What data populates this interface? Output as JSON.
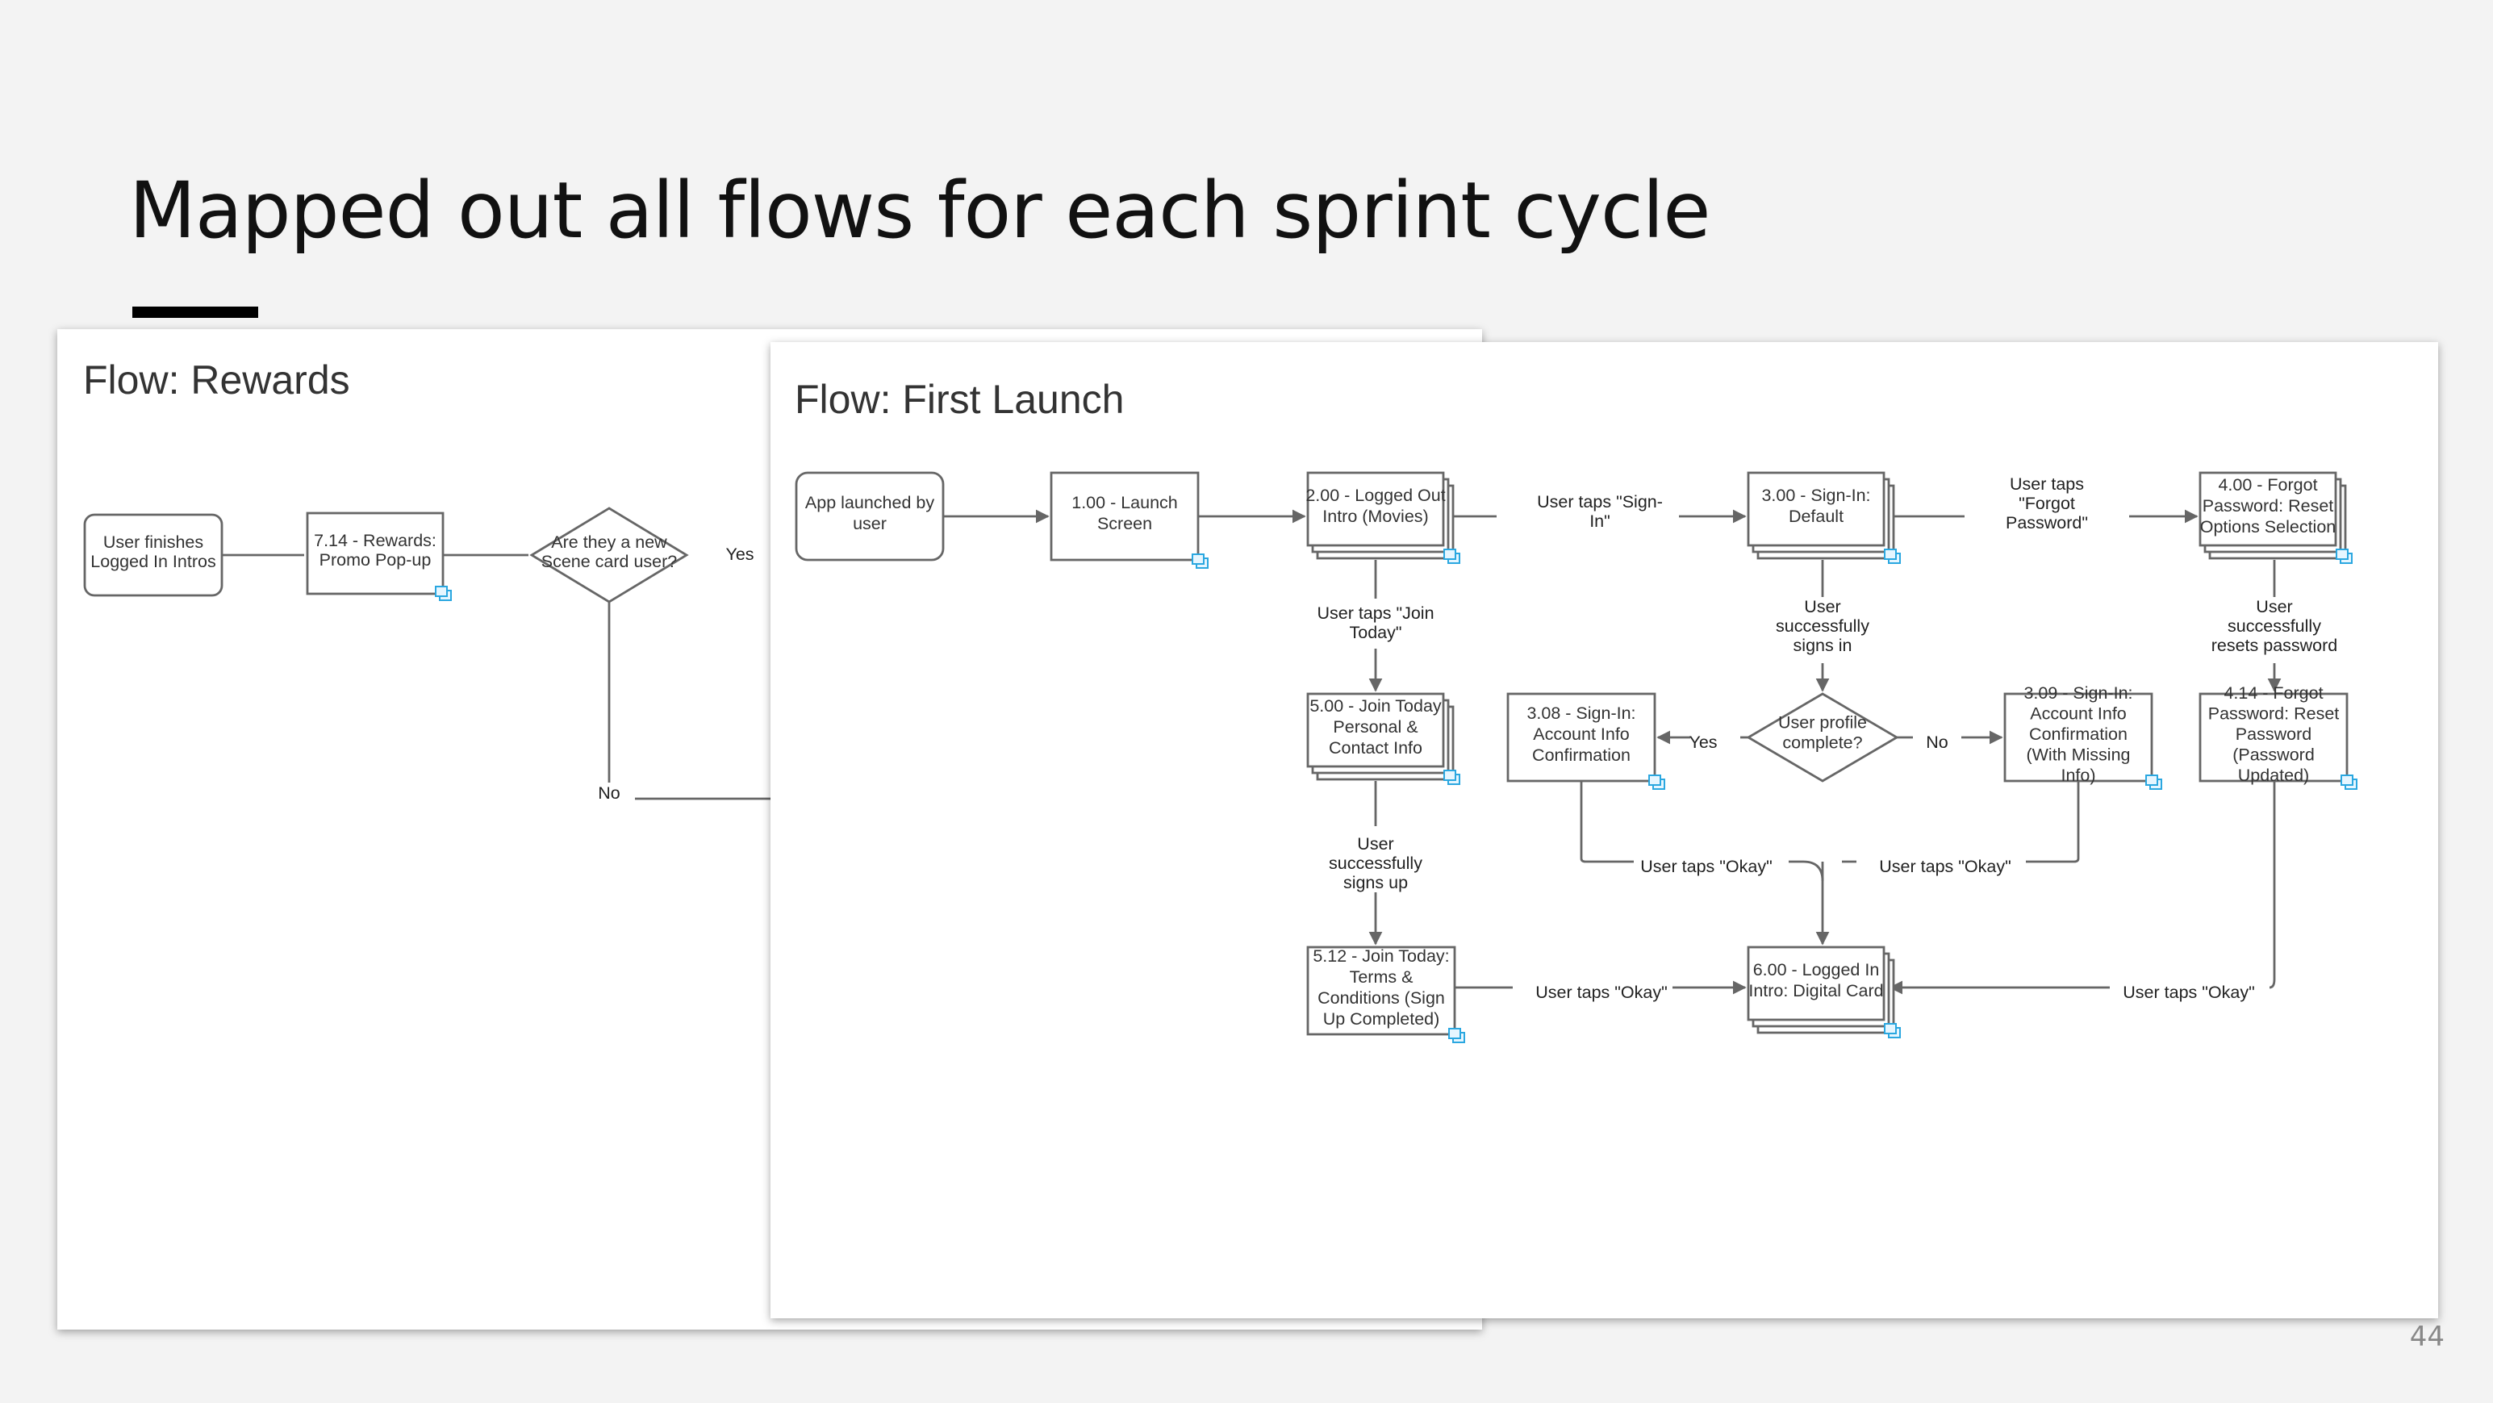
{
  "slide": {
    "title": "Mapped out all flows for each sprint cycle",
    "page_number": "44"
  },
  "colors": {
    "accent_bar": "#000000",
    "connector": "#666666",
    "page_icon": "#2aa7e0"
  },
  "rewards_flow": {
    "title": "Flow: Rewards",
    "nodes": [
      {
        "id": "r-start",
        "type": "terminal",
        "lines": [
          "User finishes",
          "Logged In Intros"
        ]
      },
      {
        "id": "r-714",
        "type": "screen",
        "lines": [
          "7.14 - Rewards:",
          "Promo Pop-up"
        ]
      },
      {
        "id": "r-decision",
        "type": "decision",
        "lines": [
          "Are they a new",
          "Scene card user?"
        ]
      }
    ],
    "edge_labels": {
      "yes": "Yes",
      "no": "No"
    }
  },
  "first_launch_flow": {
    "title": "Flow: First Launch",
    "nodes": [
      {
        "id": "app",
        "type": "terminal",
        "lines": [
          "App launched by",
          "user"
        ]
      },
      {
        "id": "s100",
        "type": "screen",
        "lines": [
          "1.00 - Launch",
          "Screen"
        ]
      },
      {
        "id": "s200",
        "type": "screen-stack",
        "lines": [
          "2.00 - Logged Out",
          "Intro (Movies)"
        ]
      },
      {
        "id": "s300",
        "type": "screen-stack",
        "lines": [
          "3.00 - Sign-In:",
          "Default"
        ]
      },
      {
        "id": "s400",
        "type": "screen-stack",
        "lines": [
          "4.00 - Forgot",
          "Password: Reset",
          "Options Selection"
        ]
      },
      {
        "id": "s500",
        "type": "screen-stack",
        "lines": [
          "5.00 - Join Today",
          "Personal &",
          "Contact Info"
        ]
      },
      {
        "id": "s308",
        "type": "screen",
        "lines": [
          "3.08 - Sign-In:",
          "Account Info",
          "Confirmation"
        ]
      },
      {
        "id": "dprofile",
        "type": "decision",
        "lines": [
          "User profile",
          "complete?"
        ]
      },
      {
        "id": "s309",
        "type": "screen",
        "lines": [
          "3.09 - Sign-In:",
          "Account Info",
          "Confirmation",
          "(With Missing",
          "Info)"
        ]
      },
      {
        "id": "s414",
        "type": "screen",
        "lines": [
          "4.14 - Forgot",
          "Password: Reset",
          "Password",
          "(Password",
          "Updated)"
        ]
      },
      {
        "id": "s512",
        "type": "screen",
        "lines": [
          "5.12 - Join Today:",
          "Terms &",
          "Conditions (Sign",
          "Up Completed)"
        ]
      },
      {
        "id": "s600",
        "type": "screen-stack",
        "lines": [
          "6.00 - Logged In",
          "Intro: Digital Card"
        ]
      }
    ],
    "edge_labels": {
      "signin": [
        "User taps \"Sign-",
        "In\""
      ],
      "forgot": [
        "User taps",
        "\"Forgot",
        "Password\""
      ],
      "join": [
        "User taps \"Join",
        "Today\""
      ],
      "signsin": [
        "User",
        "successfully",
        "signs in"
      ],
      "resets": [
        "User",
        "successfully",
        "resets password"
      ],
      "yes": [
        "Yes"
      ],
      "no": [
        "No"
      ],
      "signsup": [
        "User",
        "successfully",
        "signs up"
      ],
      "okay1": [
        "User taps \"Okay\""
      ],
      "okay2": [
        "User taps \"Okay\""
      ],
      "okay3": [
        "User taps \"Okay\""
      ],
      "okay4": [
        "User taps \"Okay\""
      ]
    }
  }
}
